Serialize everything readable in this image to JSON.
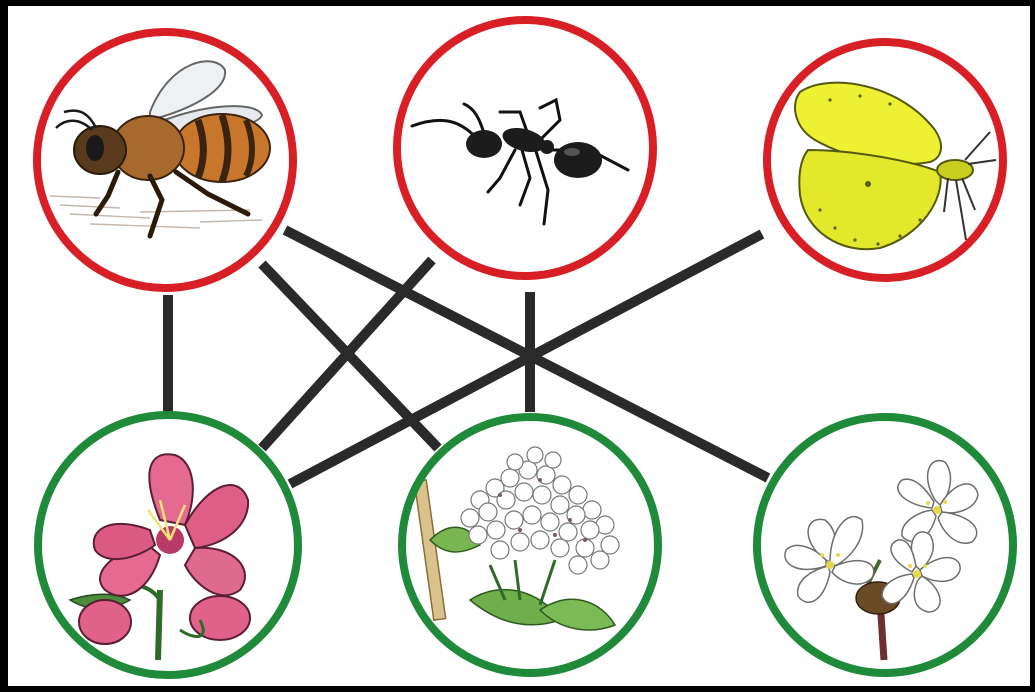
{
  "colors": {
    "frame": "#000000",
    "canvas": "#ffffff",
    "insect_ring": "#d91f26",
    "plant_ring": "#1f8a3a",
    "link": "#2a2a2a"
  },
  "insects": [
    {
      "id": "bee",
      "icon": "honeybee-icon"
    },
    {
      "id": "ant",
      "icon": "ant-icon"
    },
    {
      "id": "butterfly",
      "icon": "butterfly-icon"
    }
  ],
  "plants": [
    {
      "id": "pink-flower",
      "icon": "pink-flower-icon"
    },
    {
      "id": "white-cluster",
      "icon": "white-flower-cluster-icon"
    },
    {
      "id": "white-star",
      "icon": "white-star-flower-icon"
    }
  ],
  "links": [
    {
      "from": "bee",
      "to": "pink-flower"
    },
    {
      "from": "bee",
      "to": "white-cluster"
    },
    {
      "from": "bee",
      "to": "white-star"
    },
    {
      "from": "ant",
      "to": "pink-flower"
    },
    {
      "from": "ant",
      "to": "white-cluster"
    },
    {
      "from": "butterfly",
      "to": "pink-flower"
    }
  ]
}
